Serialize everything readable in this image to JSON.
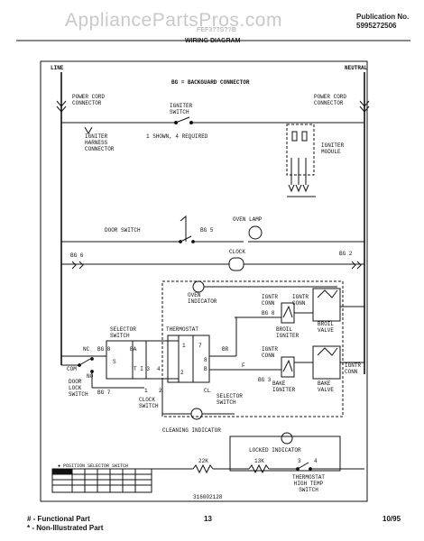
{
  "header": {
    "watermark": "AppliancePartsPros.com",
    "model": "FEF3??S??B",
    "publication_label": "Publication No.",
    "publication_number": "5995272506",
    "diagram_title": "WIRING DIAGRAM"
  },
  "labels": {
    "line": "LINE",
    "neutral": "NEUTRAL",
    "bg_legend": "BG = BACKGUARD CONNECTOR",
    "power_cord_left": "POWER CORD\nCONNECTOR",
    "power_cord_right": "POWER CORD\nCONNECTOR",
    "igniter_switch": "IGNITER\nSWITCH",
    "igniter_harness": "IGNITER\nHARNESS\nCONNECTOR",
    "shown_required": "1 SHOWN, 4 REQUIRED",
    "igniter_module": "IGNITER\nMODULE",
    "door_switch": "DOOR SWITCH",
    "bg5_top": "BG 5",
    "oven_lamp": "OVEN LAMP",
    "clock": "CLOCK",
    "bg6": "BG 6",
    "bg2": "BG 2",
    "oven_indicator": "OVEN\nINDICATOR",
    "ignitr_conn_1": "IGNTR\nCONN",
    "ignitr_conn_2": "IGNTR\nCONN",
    "bg8_right": "BG 8",
    "broil_igniter": "BROIL\nIGNITER",
    "broil_valve": "BROIL\nVALVE",
    "ignitr_conn_3": "IGNTR\nCONN",
    "bake_igniter": "BAKE\nIGNITER",
    "bake_valve": "BAKE\nVALVE",
    "ignitr_conn_4": "IGNTR\nCONN",
    "bg3": "BG 3",
    "f": "F",
    "selector_switch_top": "SELECTOR\nSWITCH",
    "thermostat": "THERMOSTAT",
    "nc": "NC",
    "bg8_left": "BG 8",
    "ba": "BA",
    "br": "BR",
    "s": "S",
    "ti3": "T I 3",
    "four": "4",
    "seven": "7",
    "one_top": "1",
    "eight": "8",
    "b": "B",
    "two": "2",
    "com": "COM",
    "no": "NO",
    "door_lock_switch": "DOOR\nLOCK\nSWITCH",
    "bg7": "BG 7",
    "one_bottom": "1",
    "two_bottom": "2",
    "clock_switch": "CLOCK\nSWITCH",
    "cl": "CL",
    "selector_switch_bottom": "SELECTOR\nSWITCH",
    "cleaning_indicator": "CLEANING INDICATOR",
    "locked_indicator": "LOCKED INDICATOR",
    "r22k": "22K",
    "r13k": "13K",
    "three": "3",
    "four_b": "4",
    "thermostat_high_temp": "THERMOSTAT\nHIGH TEMP\nSWITCH",
    "part_number": "316002128",
    "table_title": "● POSITION SELECTOR SWITCH"
  },
  "footer": {
    "functional": "# - Functional Part",
    "non_illustrated": "* - Non-Illustrated Part",
    "page": "13",
    "date": "10/95"
  },
  "colors": {
    "ink": "#111111",
    "watermark": "#c9c9c9",
    "paper": "#ffffff"
  }
}
